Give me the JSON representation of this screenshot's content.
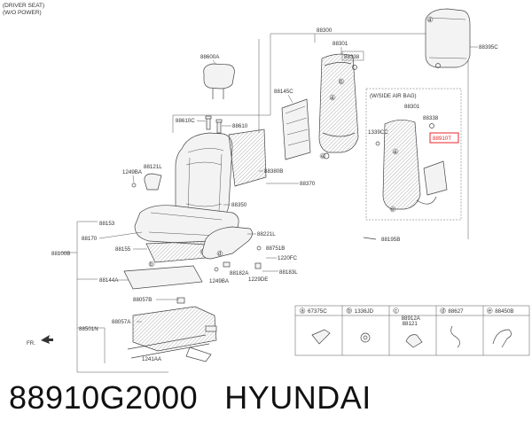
{
  "header": {
    "line1": "(DRIVER SEAT)",
    "line2": "(W/O POWER)"
  },
  "callouts": {
    "c88300": "88300",
    "c88301": "88301",
    "c88338": "88338",
    "c88395C": "88395C",
    "c88600A": "88600A",
    "c88145C": "88145C",
    "c88610C": "88610C",
    "c88610": "88610",
    "c88121L": "88121L",
    "c1249BA_a": "1249BA",
    "c88380B": "88380B",
    "c88370": "88370",
    "c88350": "88350",
    "c88153": "88153",
    "c88170": "88170",
    "c88155": "88155",
    "c88100B": "88100B",
    "c88144A": "88144A",
    "c88221L": "88221L",
    "c88751B": "88751B",
    "c1220FC": "1220FC",
    "c88183L": "88183L",
    "c88182A": "88182A",
    "c1249BA_b": "1249BA",
    "c1229DE": "1229DE",
    "c88195B": "88195B",
    "c88057B": "88057B",
    "c88057A": "88057A",
    "c88501N": "88501N",
    "c1241AA": "1241AA",
    "fr": "FR.",
    "airbag_title": "(W/SIDE AIR BAG)",
    "ab88301": "88301",
    "ab88338": "88338",
    "ab1339CC": "1339CC",
    "ab88910T": "88910T"
  },
  "legend": {
    "items": [
      {
        "letter": "a",
        "code": "67375C"
      },
      {
        "letter": "b",
        "code": "1336JD"
      },
      {
        "letter": "c",
        "code": "88912A",
        "code2": "88121"
      },
      {
        "letter": "d",
        "code": "88627"
      },
      {
        "letter": "e",
        "code": "88450B"
      }
    ]
  },
  "letters": {
    "a": "a",
    "b": "b",
    "c": "c",
    "d": "d",
    "e": "e"
  },
  "footer": {
    "part_number": "88910G2000",
    "brand": "HYUNDAI"
  },
  "colors": {
    "highlight": "#e8262b",
    "line": "#444444"
  }
}
